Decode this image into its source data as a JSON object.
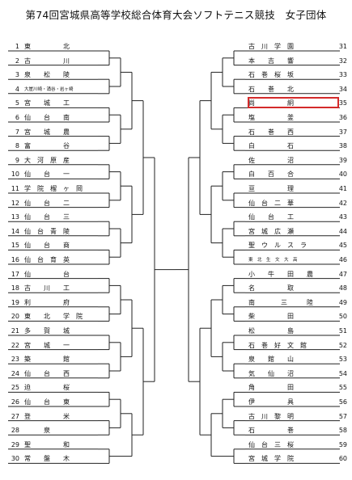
{
  "title": "第74回宮城県高等学校総合体育大会ソフトテニス競技　女子団体",
  "highlight_color": "#d42a2a",
  "left_teams": [
    {
      "num": "1",
      "name": "東　　　　　北"
    },
    {
      "num": "2",
      "name": "古　　　　　川"
    },
    {
      "num": "3",
      "name": "泉　　松　　陵"
    },
    {
      "num": "4",
      "name": "大崖川崎・涌谷・岩ヶ崎"
    },
    {
      "num": "5",
      "name": "宮　　城　　工"
    },
    {
      "num": "6",
      "name": "仙　　台　　南"
    },
    {
      "num": "7",
      "name": "宮　　城　　農"
    },
    {
      "num": "8",
      "name": "富　　　　　谷"
    },
    {
      "num": "9",
      "name": "大　河　原　産"
    },
    {
      "num": "10",
      "name": "仙　　台　　一"
    },
    {
      "num": "11",
      "name": "学　院　榴　ヶ　岡"
    },
    {
      "num": "12",
      "name": "仙　　台　　二"
    },
    {
      "num": "13",
      "name": "仙　　台　　三"
    },
    {
      "num": "14",
      "name": "仙　台　青　陵"
    },
    {
      "num": "15",
      "name": "仙　　台　　商"
    },
    {
      "num": "16",
      "name": "仙　台　育　英"
    },
    {
      "num": "17",
      "name": "仙　　　　　台"
    },
    {
      "num": "18",
      "name": "古　　川　　工"
    },
    {
      "num": "19",
      "name": "利　　　　　府"
    },
    {
      "num": "20",
      "name": "東　　北　　学　院"
    },
    {
      "num": "21",
      "name": "多　　賀　　城"
    },
    {
      "num": "22",
      "name": "宮　　城　　一"
    },
    {
      "num": "23",
      "name": "築　　　　　館"
    },
    {
      "num": "24",
      "name": "仙　　台　　西"
    },
    {
      "num": "25",
      "name": "迫　　　　　桜"
    },
    {
      "num": "26",
      "name": "仙　　台　　東"
    },
    {
      "num": "27",
      "name": "登　　　　　米"
    },
    {
      "num": "28",
      "name": "　　　泉　　　"
    },
    {
      "num": "29",
      "name": "聖　　　　　和"
    },
    {
      "num": "30",
      "name": "常　　盤　　木"
    }
  ],
  "right_teams": [
    {
      "num": "31",
      "name": "古　川　学　園"
    },
    {
      "num": "32",
      "name": "本　　吉　　響"
    },
    {
      "num": "33",
      "name": "石　巻　桜　坂"
    },
    {
      "num": "34",
      "name": "石　　巻　　北"
    },
    {
      "num": "35",
      "name": "尚　　　　　絅"
    },
    {
      "num": "36",
      "name": "塩　　　　　釜"
    },
    {
      "num": "37",
      "name": "石　　巻　　西"
    },
    {
      "num": "38",
      "name": "白　　　　　石"
    },
    {
      "num": "39",
      "name": "佐　　　　　沼"
    },
    {
      "num": "40",
      "name": "白　　百　　合"
    },
    {
      "num": "41",
      "name": "亘　　　　　理"
    },
    {
      "num": "42",
      "name": "仙　台　二　華"
    },
    {
      "num": "43",
      "name": "仙　　台　　工"
    },
    {
      "num": "44",
      "name": "宮　城　広　瀬"
    },
    {
      "num": "45",
      "name": "聖　ウ　ル　ス　ラ"
    },
    {
      "num": "46",
      "name": "東　北　生　文　大　高"
    },
    {
      "num": "47",
      "name": "小　　牛　　田　　農"
    },
    {
      "num": "48",
      "name": "名　　　　　取"
    },
    {
      "num": "49",
      "name": "南　　　　三　　　陸"
    },
    {
      "num": "50",
      "name": "柴　　　　　田"
    },
    {
      "num": "51",
      "name": "松　　　　　島"
    },
    {
      "num": "52",
      "name": "石　巻　好　文　館"
    },
    {
      "num": "53",
      "name": "泉　　館　　山"
    },
    {
      "num": "54",
      "name": "気　　仙　　沼"
    },
    {
      "num": "55",
      "name": "角　　　　　田"
    },
    {
      "num": "56",
      "name": "伊　　　　　具"
    },
    {
      "num": "57",
      "name": "古　川　黎　明"
    },
    {
      "num": "58",
      "name": "石　　　　　巻"
    },
    {
      "num": "59",
      "name": "仙　台　三　桜"
    },
    {
      "num": "60",
      "name": "宮　城　学　院"
    }
  ],
  "highlighted_team": "尚絅"
}
